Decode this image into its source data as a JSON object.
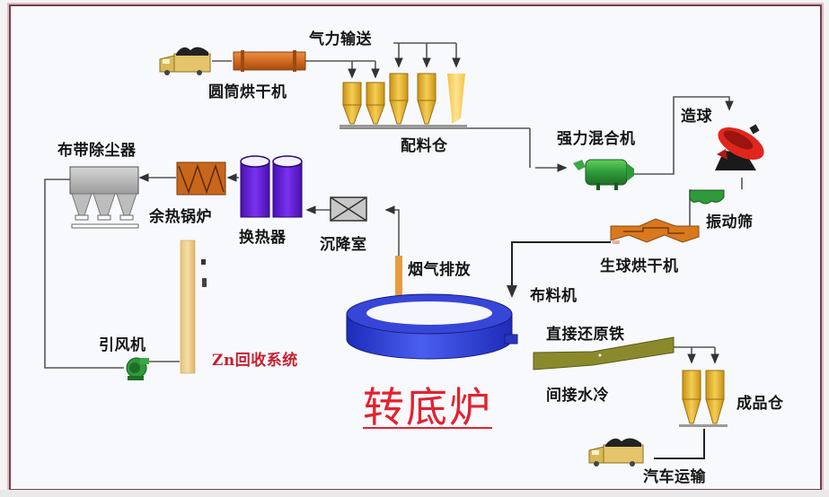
{
  "title": "转底炉",
  "labels": {
    "pneumatic_conveying": "气力输送",
    "rotary_dryer": "圆筒烘干机",
    "batching_bins": "配料仓",
    "intensive_mixer": "强力混合机",
    "pelletizing": "造球",
    "vibrating_screen": "振动筛",
    "green_ball_dryer": "生球烘干机",
    "distributor": "布料机",
    "bag_filter": "布带除尘器",
    "waste_heat_boiler": "余热锅炉",
    "heat_exchanger": "换热器",
    "settling_chamber": "沉降室",
    "flue_gas_exhaust": "烟气排放",
    "induced_draft_fan": "引风机",
    "zn_recovery": "Zn回收系统",
    "dri": "直接还原铁",
    "indirect_water_cooling": "间接水冷",
    "product_bins": "成品仓",
    "truck_transport": "汽车运输"
  },
  "colors": {
    "frame_border": "#6b4452",
    "flow_line": "#555555",
    "furnace": "#2f3fd0",
    "title_red": "#e3222f",
    "zn_label_red": "#c81e2e",
    "silo_gold": "#e8b530",
    "mixer_green": "#2f9a3a",
    "heat_exchanger_purple": "#6a1ee0",
    "boiler_orange": "#c8661c",
    "cooler_olive": "#8a8a2c"
  }
}
